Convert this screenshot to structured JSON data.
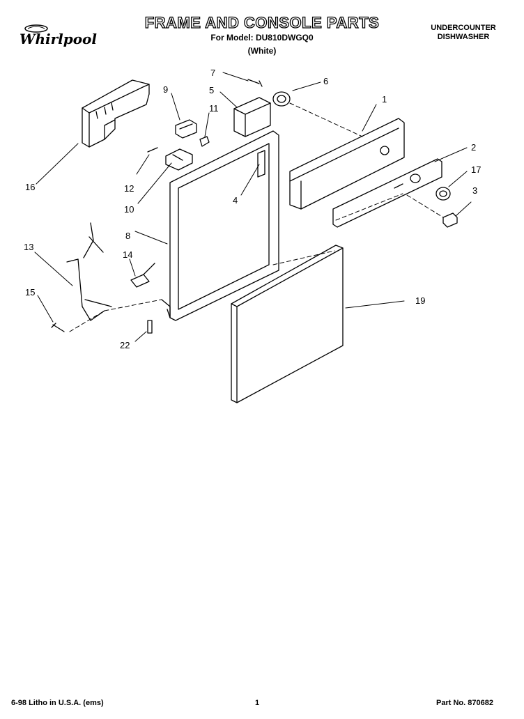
{
  "header": {
    "title": "FRAME AND CONSOLE PARTS",
    "model": "For Model: DU810DWGQ0",
    "color": "(White)",
    "type_line1": "UNDERCOUNTER",
    "type_line2": "DISHWASHER",
    "brand": "Whirlpool"
  },
  "callouts": [
    "1",
    "2",
    "3",
    "4",
    "5",
    "6",
    "7",
    "8",
    "9",
    "10",
    "11",
    "12",
    "13",
    "14",
    "15",
    "16",
    "17",
    "19",
    "22"
  ],
  "footer": {
    "litho": "6-98 Litho in U.S.A. (ems)",
    "page": "1",
    "part_no": "Part No. 870682"
  }
}
